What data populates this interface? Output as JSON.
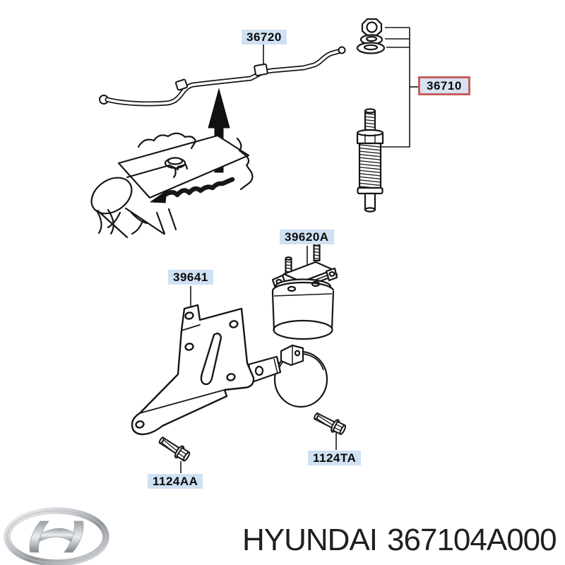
{
  "page": {
    "background": "#ffffff",
    "type": "parts-diagram"
  },
  "parts": [
    {
      "number": "36720",
      "name": "glow-plug-wire",
      "highlighted": false
    },
    {
      "number": "36710",
      "name": "glow-plug",
      "highlighted": true
    },
    {
      "number": "39620A",
      "name": "filter-assembly",
      "highlighted": false
    },
    {
      "number": "39641",
      "name": "mounting-bracket",
      "highlighted": false
    },
    {
      "number": "1124AA",
      "name": "flange-bolt-a",
      "highlighted": false
    },
    {
      "number": "1124TA",
      "name": "flange-bolt-b",
      "highlighted": false
    }
  ],
  "footer": {
    "brand": "HYUNDAI",
    "part_number": "367104A000"
  },
  "icons": {
    "logo": "hyundai-logo",
    "direction_arrow": "up-arrow"
  },
  "colors": {
    "label_bg": "#cfe1f2",
    "highlight_bg": "#d9e2f3",
    "highlight_border": "#c65f5c",
    "line": "#161616",
    "footer_text": "#1f1f1f",
    "logo_silver": "#bfc3c7"
  }
}
